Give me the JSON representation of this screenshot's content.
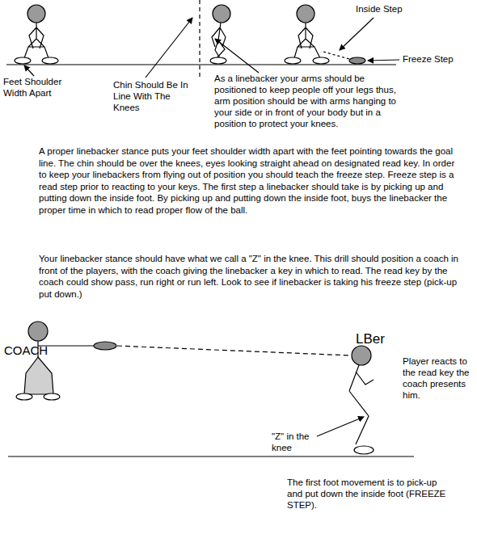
{
  "diagram": {
    "labels": [
      "Inside Step",
      "Freeze Step",
      "Feet Shoulder Width Apart",
      "Chin Should Be In Line With The Knees",
      "As a linebacker your arms should be positioned to keep people off your legs thus, arm position should be with arms hanging to your side or in front of your body but in a position to protect your knees.",
      "A proper linebacker stance puts your feet shoulder width apart with the feet pointing towards the goal line. The chin should be over the knees, eyes looking straight ahead on designated read key. In order to keep your linebackers from flying out of position you should teach the freeze step. Freeze step is a read step prior to reacting to your keys. The first step a linebacker should take is by picking up and putting down the inside foot. By picking up and putting down the inside foot, buys the linebacker the proper time in which to read proper flow of the ball.",
      "Your linebacker stance should have what we call a \"Z\" in the knee. This drill should position a coach in front of the players, with the coach giving the linebacker a key in which to read. The read key by the coach could show pass, run right or run left. Look to see if linebacker is taking his freeze step (pick-up put down.)",
      "LBer",
      "COACH",
      "Player reacts to the read key the coach presents him.",
      "\"Z\" in the knee",
      "The first foot movement is to pick-up and put down the inside foot (FREEZE STEP)."
    ]
  }
}
